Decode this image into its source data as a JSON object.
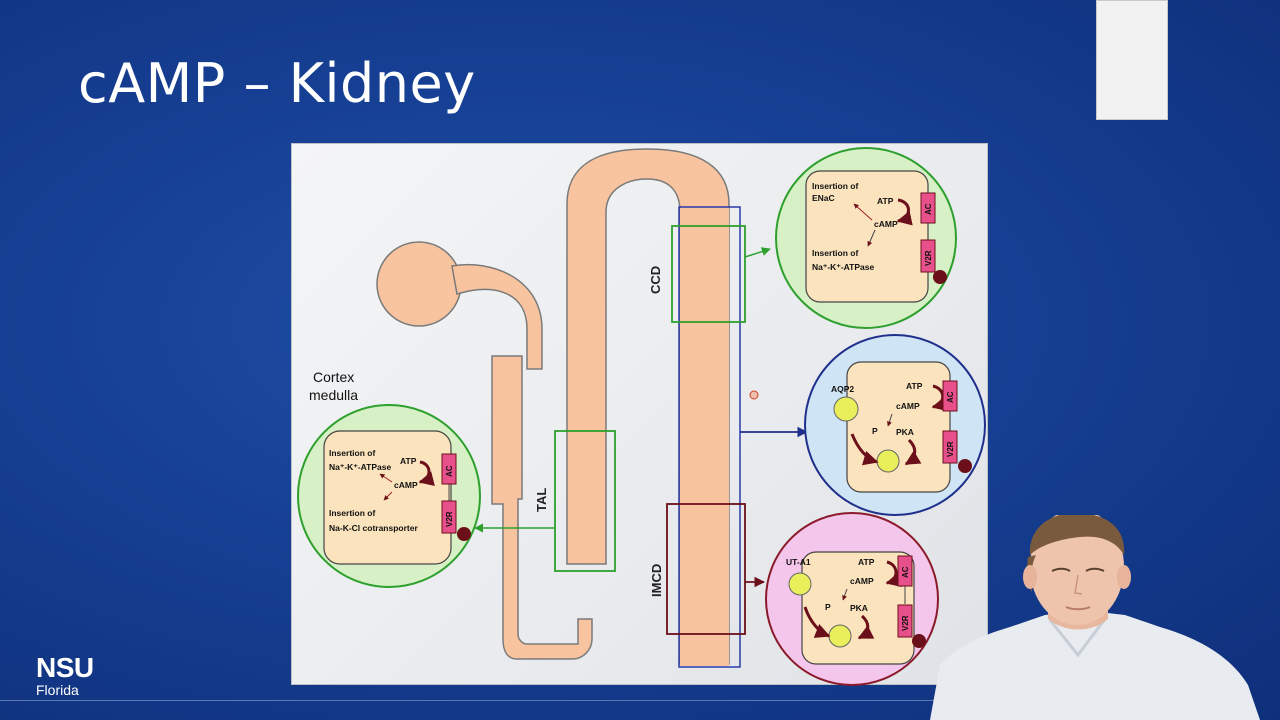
{
  "slide": {
    "title": "cAMP – Kidney"
  },
  "logo": {
    "main": "NSU",
    "sub": "Florida"
  },
  "diagram": {
    "region_label_1": "Cortex",
    "region_label_2": "medulla",
    "segments": {
      "ccd": "CCD",
      "tal": "TAL",
      "imcd": "IMCD"
    },
    "cells": {
      "tal_cell": {
        "text1_line1": "Insertion of",
        "text1_line2": "Na⁺-K⁺-ATPase",
        "text2_line1": "Insertion of",
        "text2_line2": "Na-K-Cl cotransporter",
        "atp": "ATP",
        "camp": "cAMP",
        "ac": "AC",
        "v2r": "V2R",
        "colors": {
          "ring": "#2ea02e",
          "fill": "#d8f0c6"
        }
      },
      "ccd_cell": {
        "text1_line1": "Insertion of",
        "text1_line2": "ENaC",
        "text2_line1": "Insertion of",
        "text2_line2": "Na⁺-K⁺-ATPase",
        "atp": "ATP",
        "camp": "cAMP",
        "ac": "AC",
        "v2r": "V2R",
        "colors": {
          "ring": "#2ea02e",
          "fill": "#d8f0c6"
        }
      },
      "omcd_cell": {
        "channel": "AQP2",
        "atp": "ATP",
        "camp": "cAMP",
        "p": "P",
        "pka": "PKA",
        "ac": "AC",
        "v2r": "V2R",
        "colors": {
          "ring": "#1f2f8c",
          "fill": "#cfe4f4"
        }
      },
      "imcd_cell": {
        "channel": "UT-A1",
        "atp": "ATP",
        "camp": "cAMP",
        "p": "P",
        "pka": "PKA",
        "ac": "AC",
        "v2r": "V2R",
        "colors": {
          "ring": "#8a1a2a",
          "fill": "#f4c6ec"
        }
      }
    },
    "colors": {
      "tubule": "#f8c4a0",
      "tubule_outline": "#7a7a7a",
      "cell_body": "#fbe3bd",
      "receptor": "#e8508c",
      "dot": "#6b0f1a"
    }
  }
}
